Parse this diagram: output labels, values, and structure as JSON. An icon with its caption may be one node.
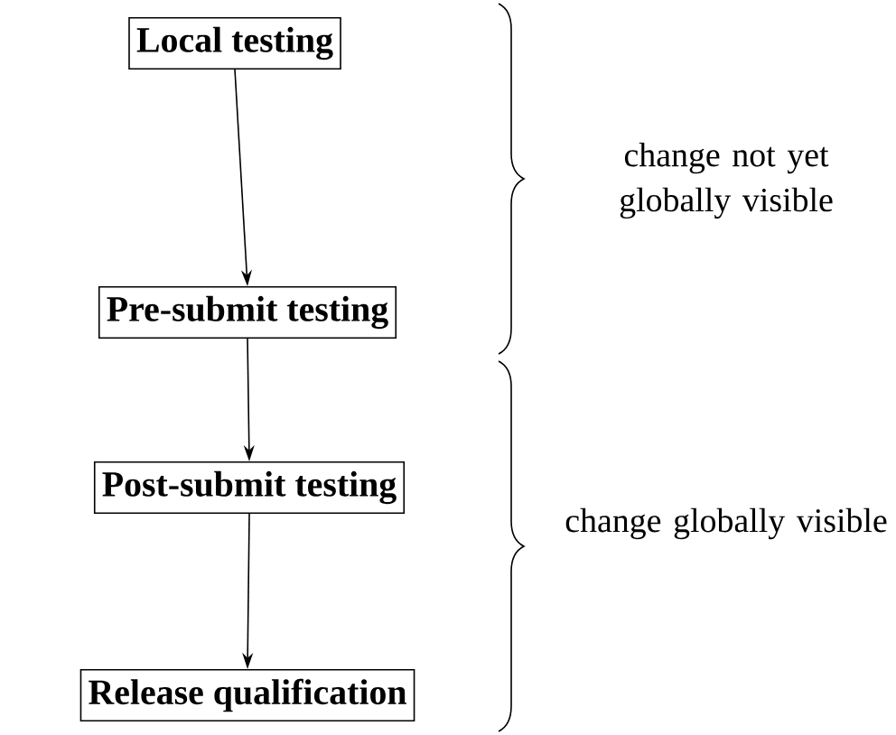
{
  "diagram": {
    "nodes": [
      {
        "text": [
          "Local testing"
        ]
      },
      {
        "text": [
          "Pre-submit testing"
        ]
      },
      {
        "text": [
          "Post-submit testing"
        ]
      },
      {
        "text": [
          "Release qualification"
        ]
      }
    ],
    "edges": [
      {
        "from": 0,
        "to": 1,
        "arrow": "to"
      },
      {
        "from": 1,
        "to": 2,
        "arrow": "to"
      },
      {
        "from": 2,
        "to": 3,
        "arrow": "to"
      }
    ],
    "labels": [
      "change not yet globally visible",
      "change globally visible"
    ]
  }
}
